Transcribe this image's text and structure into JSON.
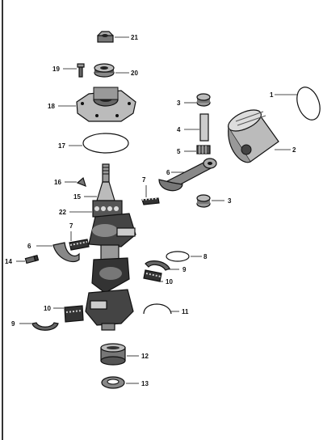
{
  "diagram": {
    "labels": {
      "n1": "1",
      "n2": "2",
      "n3a": "3",
      "n3b": "3",
      "n4": "4",
      "n5": "5",
      "n6a": "6",
      "n6b": "6",
      "n7a": "7",
      "n7b": "7",
      "n8": "8",
      "n9a": "9",
      "n9b": "9",
      "n10a": "10",
      "n10b": "10",
      "n11": "11",
      "n12": "12",
      "n13": "13",
      "n14": "14",
      "n15": "15",
      "n16": "16",
      "n17": "17",
      "n18": "18",
      "n19": "19",
      "n20": "20",
      "n21": "21",
      "n22": "22"
    }
  }
}
